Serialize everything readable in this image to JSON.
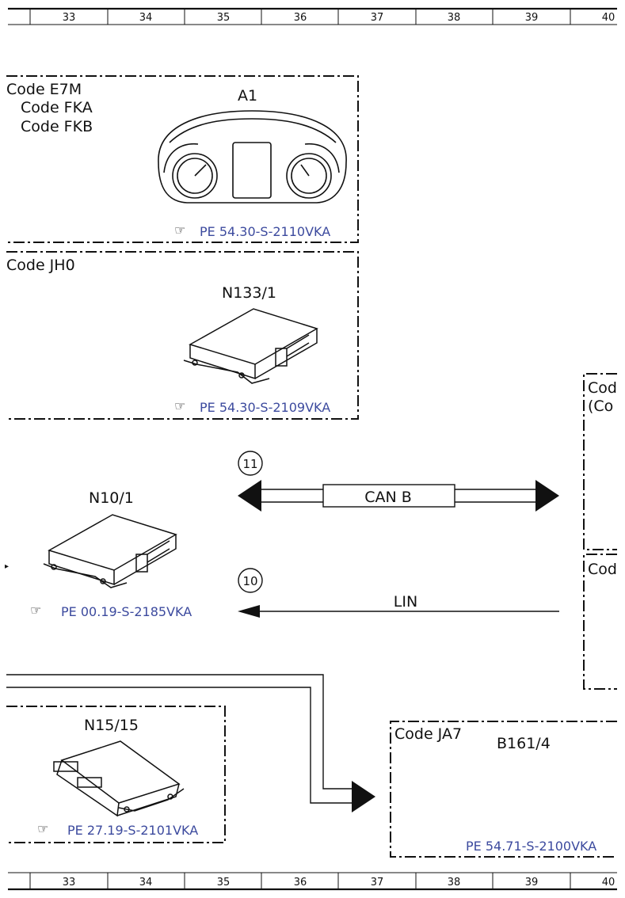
{
  "grid_columns": [
    "33",
    "34",
    "35",
    "36",
    "37",
    "38",
    "39",
    "40"
  ],
  "components": {
    "a1": {
      "codes": [
        "Code E7M",
        "Code FKA",
        "Code FKB"
      ],
      "label": "A1",
      "ref": "PE 54.30-S-2110VKA"
    },
    "n133": {
      "code": "Code JH0",
      "label": "N133/1",
      "ref": "PE 54.30-S-2109VKA"
    },
    "n10": {
      "label": "N10/1",
      "ref": "PE 00.19-S-2185VKA"
    },
    "n15": {
      "label": "N15/15",
      "ref": "PE 27.19-S-2101VKA"
    },
    "b161": {
      "code": "Code JA7",
      "label": "B161/4",
      "ref": "PE 54.71-S-2100VKA"
    },
    "right_top": {
      "code_line1": "Cod",
      "code_line2": "(Co"
    },
    "right_mid": {
      "code": "Cod"
    }
  },
  "connections": {
    "can": {
      "number": "11",
      "label": "CAN B"
    },
    "lin": {
      "number": "10",
      "label": "LIN"
    }
  },
  "icons": {
    "ref_pointer": "pointing-hand-icon"
  }
}
